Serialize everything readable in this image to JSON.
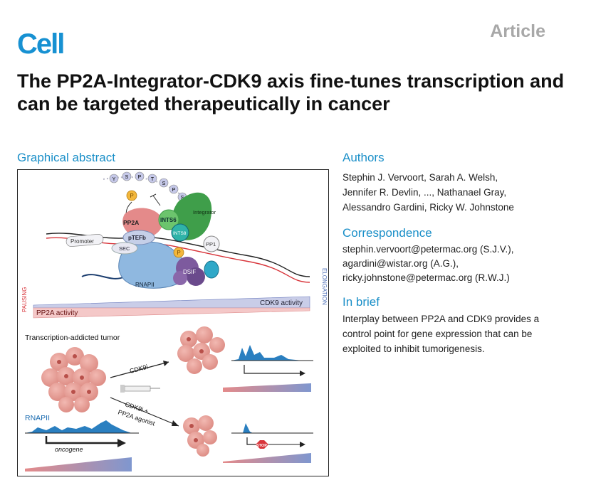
{
  "header": {
    "journal": "Cell",
    "article_type": "Article"
  },
  "title": "The PP2A-Integrator-CDK9 axis fine-tunes transcription and can be targeted therapeutically in cancer",
  "graphical_abstract": {
    "heading": "Graphical abstract",
    "labels": {
      "ctd_letters": [
        "Y",
        "S",
        "P",
        "T",
        "S",
        "P",
        "S"
      ],
      "phospho": "P",
      "pp2a": "PP2A",
      "ints6": "INTS6",
      "ints8": "INTS8",
      "integrator": "Integrator",
      "ptefb": "pTEFb",
      "sec": "SEC",
      "promoter": "Promoter",
      "pp1": "PP1",
      "dsif": "DSIF",
      "rnapii": "RNAPII",
      "pausing": "PAUSING",
      "elongation": "ELONGATION",
      "cdk9_activity": "CDK9 activity",
      "pp2a_activity": "PP2A activity",
      "tumor_label": "Transcription-addicted tumor",
      "cdk9i": "CDK9i",
      "cdk9i_plus": "CDK9i +",
      "pp2a_agonist": "PP2A agonist",
      "rnapii_lower": "RNAPII",
      "oncogene": "oncogene",
      "stop": "STOP"
    }
  },
  "authors": {
    "heading": "Authors",
    "lines": [
      "Stephin J. Vervoort, Sarah A. Welsh,",
      "Jennifer R. Devlin, ..., Nathanael Gray,",
      "Alessandro Gardini, Ricky W. Johnstone"
    ]
  },
  "correspondence": {
    "heading": "Correspondence",
    "lines": [
      "stephin.vervoort@petermac.org (S.J.V.),",
      "agardini@wistar.org (A.G.),",
      "ricky.johnstone@petermac.org (R.W.J.)"
    ]
  },
  "in_brief": {
    "heading": "In brief",
    "text": "Interplay between PP2A and CDK9 provides a control point for gene expression that can be exploited to inhibit tumorigenesis."
  },
  "colors": {
    "accent": "#1a8fc8",
    "logo": "#1791d2",
    "article_gray": "#a8a8a8",
    "rnapii_blue": "#8fb8e0",
    "integrator_green": "#3f9e4a",
    "dsif_purple": "#7d5a9e",
    "pp2a_pink": "#e48a8a",
    "tumor_pink": "#e9a19a",
    "signal_blue": "#2a7fc0",
    "stop_red": "#d8343a"
  }
}
